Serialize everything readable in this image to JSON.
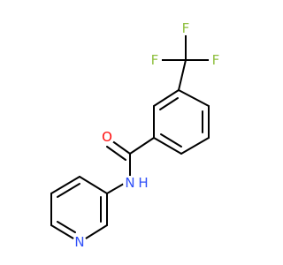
{
  "molecule": {
    "atoms": [
      {
        "id": "F1",
        "symbol": "F",
        "color": "#8fbf3f"
      },
      {
        "id": "F2",
        "symbol": "F",
        "color": "#8fbf3f"
      },
      {
        "id": "F3",
        "symbol": "F",
        "color": "#8fbf3f"
      },
      {
        "id": "O",
        "symbol": "O",
        "color": "#ff0d0d"
      },
      {
        "id": "NH",
        "symbol": "N",
        "h": "H",
        "color": "#3050f8"
      },
      {
        "id": "Npy",
        "symbol": "N",
        "color": "#3050f8"
      }
    ],
    "bond_color": "#000000"
  }
}
